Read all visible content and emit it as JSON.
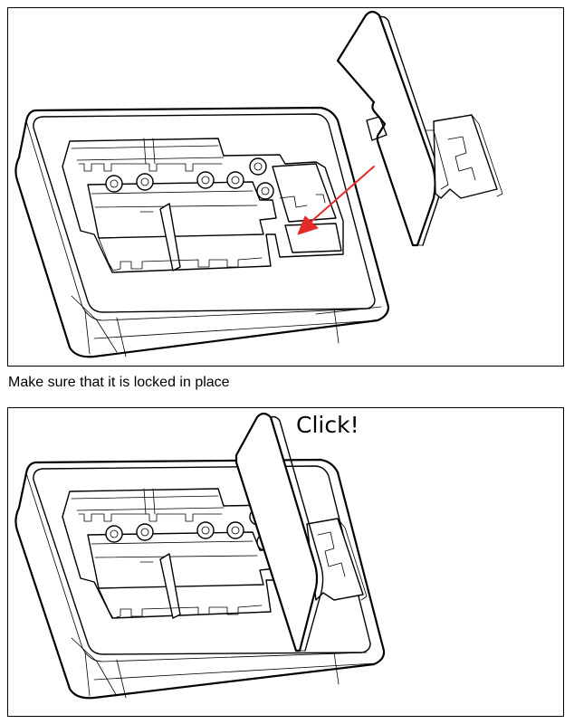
{
  "caption": "Make sure that it is locked in place",
  "click_label": "Click!",
  "colors": {
    "arrow": "#e52a2a",
    "line": "#000000",
    "background": "#ffffff"
  },
  "icons": {
    "top": "assembly-insert-plate-diagram",
    "bottom": "assembly-plate-locked-diagram"
  }
}
